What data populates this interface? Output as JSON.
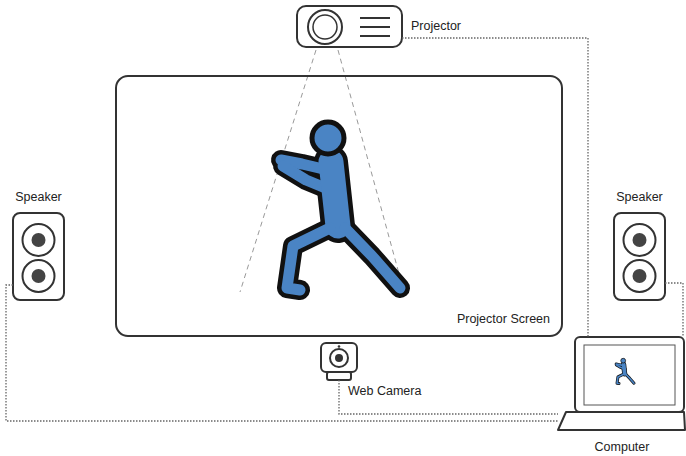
{
  "diagram": {
    "nodes": [
      {
        "text": [
          "Projector"
        ]
      },
      {
        "text": [
          "Projector Screen"
        ]
      },
      {
        "text": [
          "Speaker"
        ]
      },
      {
        "text": [
          "Speaker"
        ]
      },
      {
        "text": [
          "Web Camera"
        ]
      },
      {
        "text": [
          "Computer"
        ]
      }
    ],
    "edges": [
      {
        "from": 0,
        "to": 5,
        "arrow": "none"
      },
      {
        "from": 2,
        "to": 5,
        "arrow": "none"
      },
      {
        "from": 3,
        "to": 5,
        "arrow": "none"
      },
      {
        "from": 4,
        "to": 5,
        "arrow": "none"
      }
    ]
  }
}
